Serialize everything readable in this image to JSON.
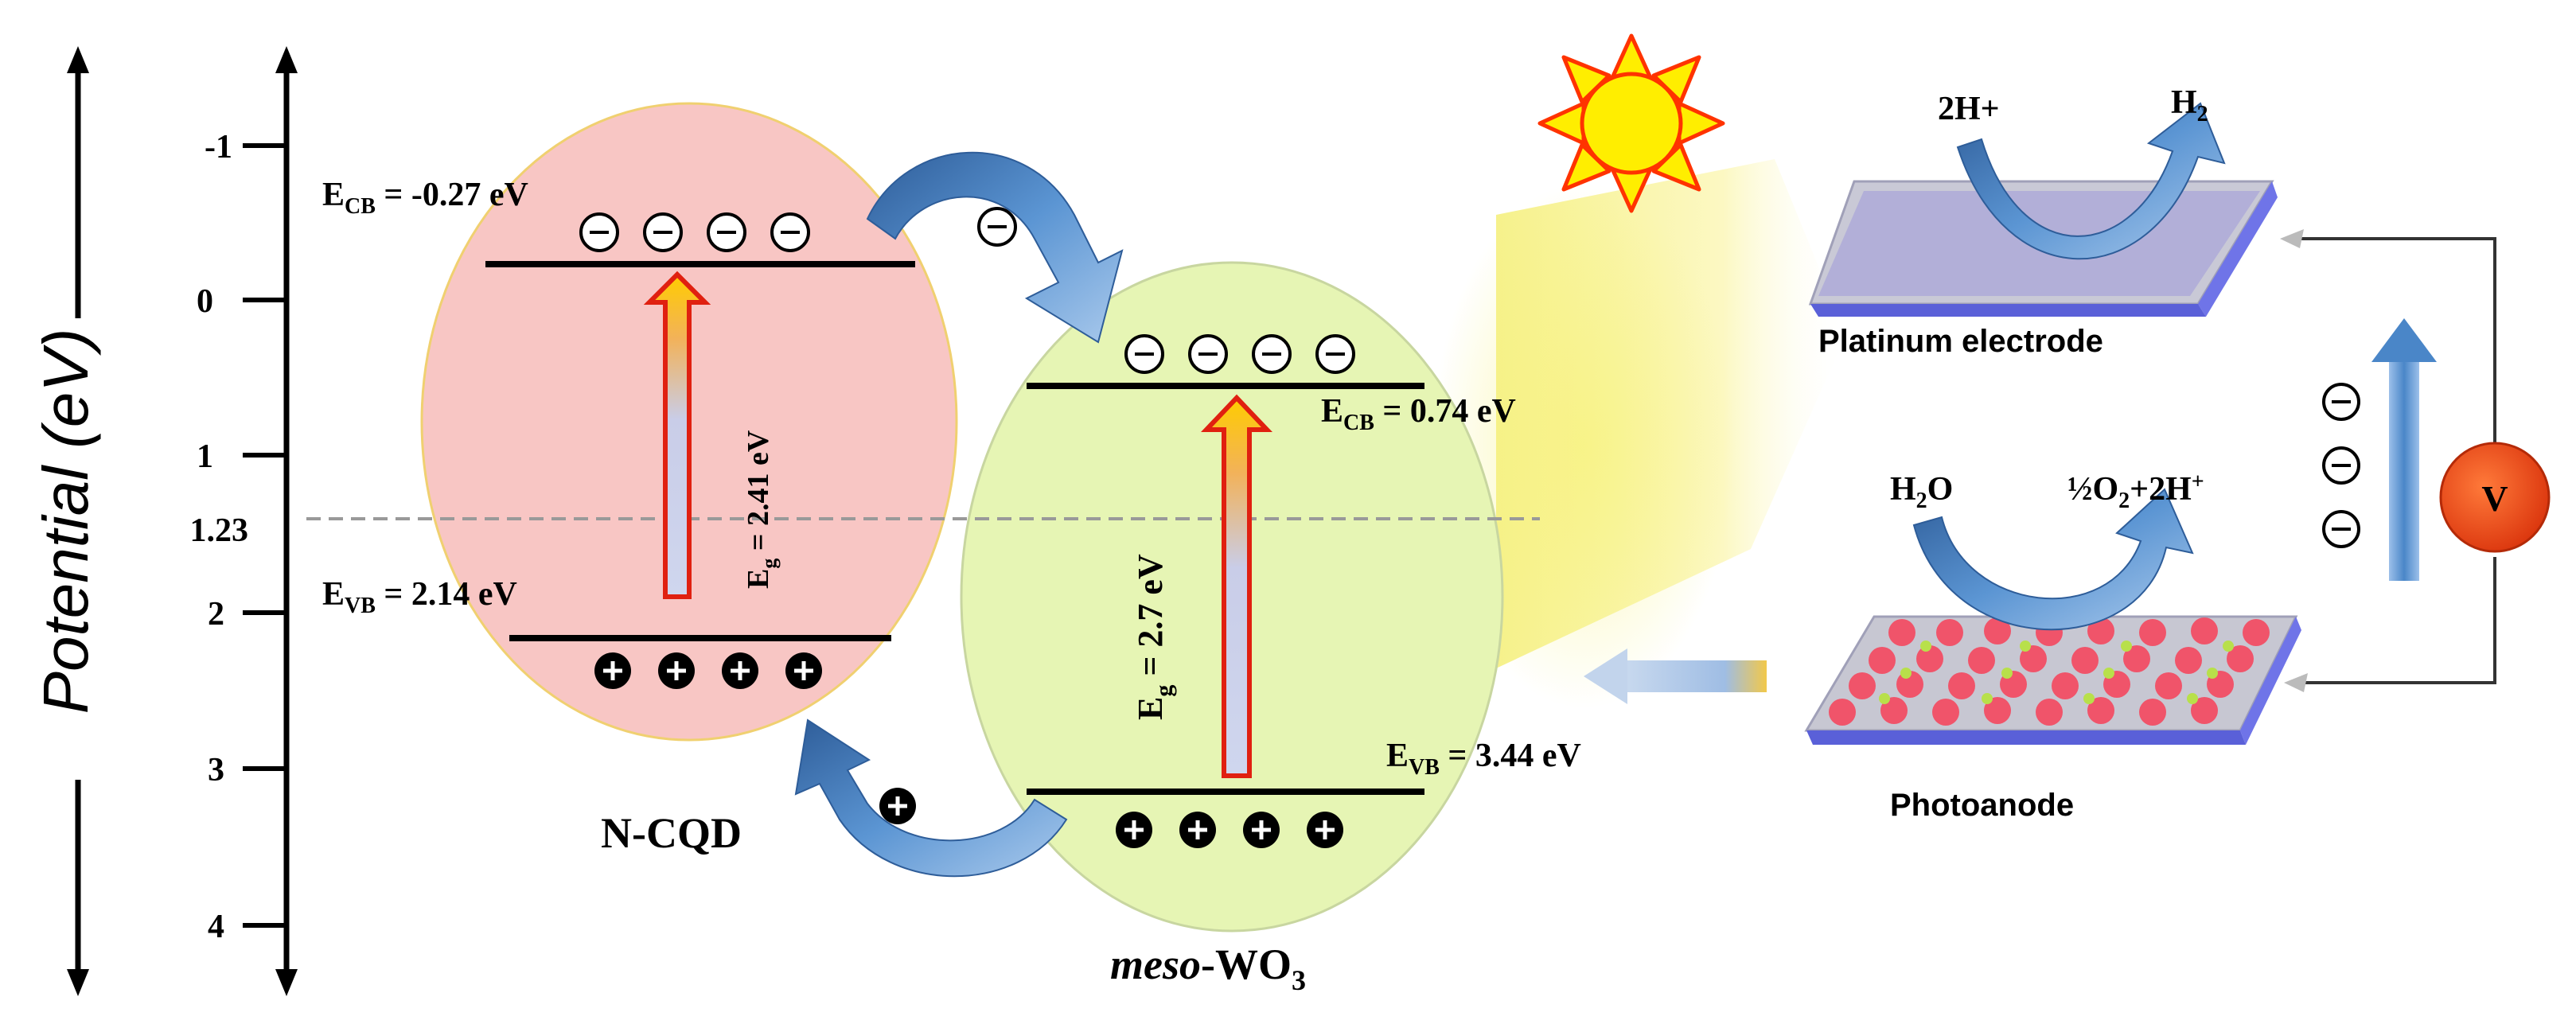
{
  "axis": {
    "title": "Potential (eV)",
    "ticks": [
      "-1",
      "0",
      "1",
      "1.23",
      "2",
      "3",
      "4"
    ]
  },
  "ncqd": {
    "ecb_main": "E",
    "ecb_sub": "CB",
    "ecb_value": " = -0.27 eV",
    "evb_main": "E",
    "evb_sub": "VB",
    "evb_value": " = 2.14 eV",
    "eg_main": "E",
    "eg_sub": "g",
    "eg_value": " = 2.41 eV",
    "label": "N-CQD"
  },
  "wo3": {
    "ecb_main": "E",
    "ecb_sub": "CB",
    "ecb_value": " = 0.74 eV",
    "evb_main": "E",
    "evb_sub": "VB",
    "evb_value": " = 3.44 eV",
    "eg_main": "E",
    "eg_sub": "g",
    "eg_value": " = 2.7 eV",
    "label_italic": "meso",
    "label_rest": "-WO",
    "label_sub": "3"
  },
  "cell": {
    "cathode_label": "Platinum  electrode",
    "anode_label": "Photoanode",
    "cathode_reactant": "2H+",
    "cathode_product_main": "H",
    "cathode_product_sub": "2",
    "anode_reactant_a": "H",
    "anode_reactant_sub": "2",
    "anode_reactant_b": "O",
    "anode_product_a": "½O",
    "anode_product_sub": "2",
    "anode_product_b": "+2H",
    "anode_product_sup": "+",
    "voltmeter": "V"
  },
  "symbols": {
    "electron": "−",
    "hole": "+"
  },
  "colors": {
    "ncqd_fill": "#f8c6c4",
    "wo3_fill": "#e6f5b4",
    "arrow_blue": "#3f7fbf",
    "sun_fill": "#ffee00",
    "sun_rays": "#ff3300",
    "voltmeter": "#e8380d"
  }
}
